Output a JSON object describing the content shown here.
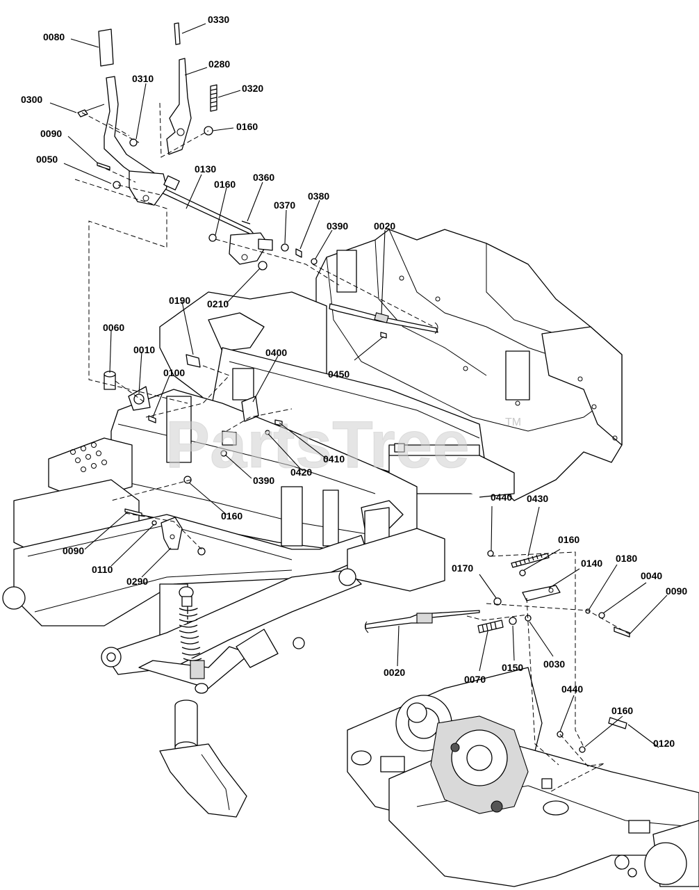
{
  "watermark": {
    "text": "PartsTree",
    "trademark": "TM"
  },
  "callouts": [
    {
      "id": "c1",
      "label": "0080"
    },
    {
      "id": "c2",
      "label": "0330"
    },
    {
      "id": "c3",
      "label": "0280"
    },
    {
      "id": "c4",
      "label": "0310"
    },
    {
      "id": "c5",
      "label": "0320"
    },
    {
      "id": "c6",
      "label": "0300"
    },
    {
      "id": "c7",
      "label": "0160"
    },
    {
      "id": "c8",
      "label": "0090"
    },
    {
      "id": "c9",
      "label": "0130"
    },
    {
      "id": "c10",
      "label": "0050"
    },
    {
      "id": "c11",
      "label": "0160"
    },
    {
      "id": "c12",
      "label": "0360"
    },
    {
      "id": "c13",
      "label": "0370"
    },
    {
      "id": "c14",
      "label": "0380"
    },
    {
      "id": "c15",
      "label": "0390"
    },
    {
      "id": "c16",
      "label": "0020"
    },
    {
      "id": "c17",
      "label": "0210"
    },
    {
      "id": "c18",
      "label": "0190"
    },
    {
      "id": "c19",
      "label": "0060"
    },
    {
      "id": "c20",
      "label": "0010"
    },
    {
      "id": "c21",
      "label": "0400"
    },
    {
      "id": "c22",
      "label": "0450"
    },
    {
      "id": "c23",
      "label": "0100"
    },
    {
      "id": "c24",
      "label": "0410"
    },
    {
      "id": "c25",
      "label": "0420"
    },
    {
      "id": "c26",
      "label": "0390"
    },
    {
      "id": "c27",
      "label": "0160"
    },
    {
      "id": "c28",
      "label": "0090"
    },
    {
      "id": "c29",
      "label": "0110"
    },
    {
      "id": "c30",
      "label": "0290"
    },
    {
      "id": "c31",
      "label": "0440"
    },
    {
      "id": "c32",
      "label": "0430"
    },
    {
      "id": "c33",
      "label": "0160"
    },
    {
      "id": "c34",
      "label": "0170"
    },
    {
      "id": "c35",
      "label": "0140"
    },
    {
      "id": "c36",
      "label": "0180"
    },
    {
      "id": "c37",
      "label": "0040"
    },
    {
      "id": "c38",
      "label": "0090"
    },
    {
      "id": "c39",
      "label": "0020"
    },
    {
      "id": "c40",
      "label": "0070"
    },
    {
      "id": "c41",
      "label": "0150"
    },
    {
      "id": "c42",
      "label": "0030"
    },
    {
      "id": "c43",
      "label": "0440"
    },
    {
      "id": "c44",
      "label": "0160"
    },
    {
      "id": "c45",
      "label": "0120"
    }
  ]
}
